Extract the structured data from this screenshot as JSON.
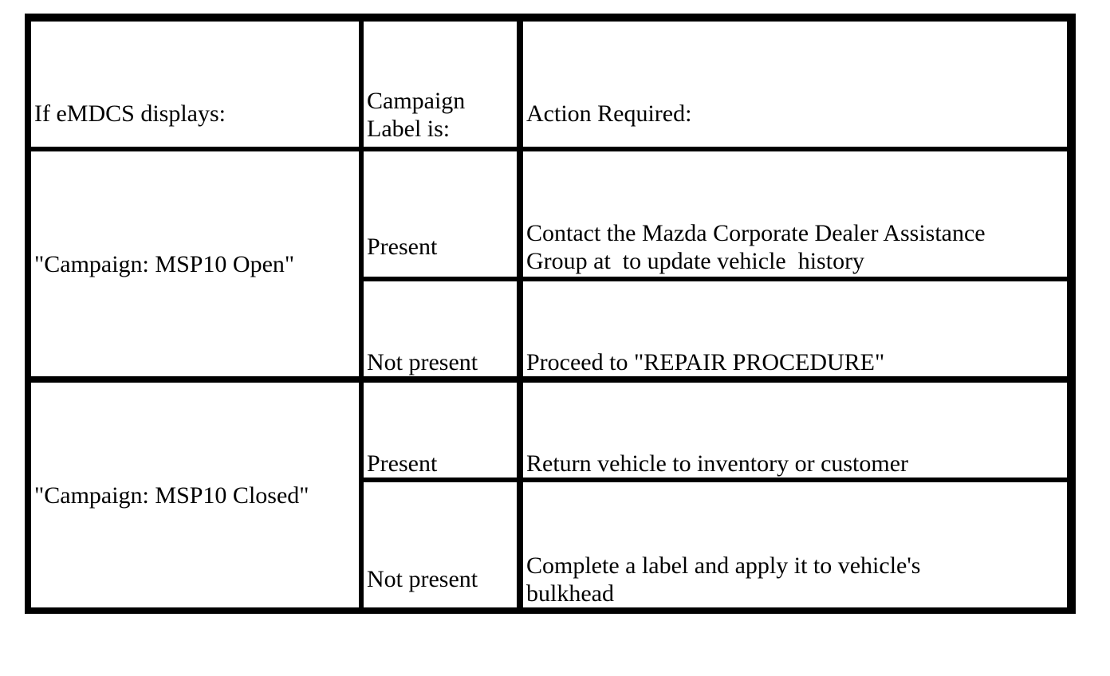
{
  "table": {
    "headers": {
      "col1": "If eMDCS displays:",
      "col2": "Campaign\nLabel is:",
      "col3": "Action Required:"
    },
    "rows": [
      {
        "condition": "\"Campaign: MSP10 Open\"",
        "cases": [
          {
            "label": "Present",
            "action": "Contact the Mazda Corporate Dealer Assistance\nGroup at  to update vehicle  history"
          },
          {
            "label": "Not present",
            "action": "Proceed to \"REPAIR PROCEDURE\""
          }
        ]
      },
      {
        "condition": "\"Campaign: MSP10 Closed\"",
        "cases": [
          {
            "label": "Present",
            "action": "Return vehicle to inventory or customer"
          },
          {
            "label": "Not present",
            "action": "Complete a label and apply it to vehicle's\nbulkhead"
          }
        ]
      }
    ]
  }
}
